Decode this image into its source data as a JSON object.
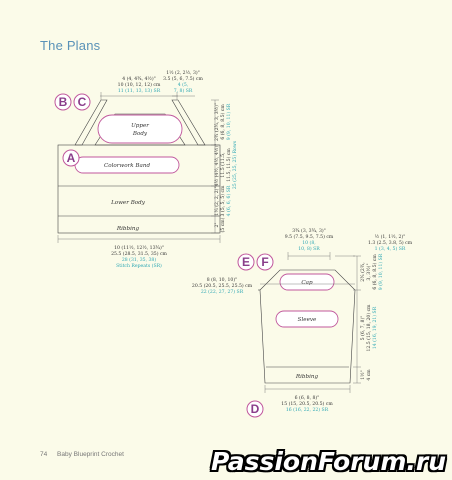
{
  "page": {
    "title": "The Plans",
    "page_number": "74",
    "book_title": "Baby Blueprint Crochet"
  },
  "watermark": "PassionForum.ru",
  "body_diagram": {
    "labels": {
      "upper": "Upper",
      "upper2": "Body",
      "colorwork": "Colorwork Band",
      "lower": "Lower Body",
      "ribbing": "Ribbing"
    },
    "letters": {
      "a": "A",
      "b": "B",
      "c": "C"
    },
    "top_width": {
      "in": "4 (4, 4¾, 4½)\"",
      "cm": "10 (10, 12, 12) cm",
      "sr": "11 (11, 13, 13) SR"
    },
    "strap_width": {
      "in": "1½ (2, 2½, 3)\"",
      "cm": "3.5 (5, 6, 7.5) cm",
      "sr1": "4 (5,",
      "sr2": "7, 8) SR"
    },
    "upper_height": {
      "l1": "2¾ (2¾, 3, 3½)\"",
      "l2": "6 (6, 8, 8.5) cm",
      "l3": "9 (9, 10, 11) SR"
    },
    "band_height": {
      "l1": "4½ (4½, 4½, 4½)\"",
      "l2": "11.5 (11.5,",
      "l3": "11.5, 11.5) cm",
      "l4": "25 (25, 25, 25) Rows",
      "l5": "25 Rows"
    },
    "lower_height": {
      "l1": "1¼ (2, 2, 2)\"",
      "l2": "3 (5, 5, 5) cm",
      "l3": "4 (6, 6, 6) SR"
    },
    "rib_height": {
      "l1": "2\"",
      "l2": "(5 cm)"
    },
    "bottom_width": {
      "in": "10 (11½, 12½, 13¾)\"",
      "cm": "25.5 (28.5, 31.5, 35) cm",
      "sr": "28 (31, 35, 38)",
      "sr2": "Stitch Repeats (SR)"
    }
  },
  "sleeve_diagram": {
    "labels": {
      "cap": "Cap",
      "sleeve": "Sleeve",
      "ribbing": "Ribbing"
    },
    "letters": {
      "d": "D",
      "e": "E",
      "f": "F"
    },
    "top_width": {
      "in": "3¾ (3, 3¾, 3)\"",
      "cm": "9.5 (7.5, 9.5, 7.5) cm",
      "sr1": "10 (8,",
      "sr2": "10, 8) SR"
    },
    "side_top": {
      "in": "½ (1, 1½, 2)\"",
      "cm": "1.3 (2.5, 3.8, 5) cm",
      "sr": "1 (3, 4, 5) SR"
    },
    "upper_width": {
      "in": "8 (8, 10, 10)\"",
      "cm": "20.5 (20.5, 25.5, 25.5) cm",
      "sr": "22 (22, 27, 27) SR"
    },
    "cap_height": {
      "l1": "2¾ (2¾,",
      "l2": "3, 3½)\"",
      "l3": "6 (6, 8, 8.5) cm",
      "l4": "9 (9, 10, 11) SR"
    },
    "sleeve_height": {
      "l1": "5 (6, 7, 8)\"",
      "l2": "12.5 (15, 18, 20) cm",
      "l3": "14 (16, 19, 21) SR"
    },
    "rib_height": {
      "l1": "1½\"",
      "l2": "4 cm"
    },
    "bottom_width": {
      "in": "6 (6, 8, 8)\"",
      "cm": "15 (15, 20.5, 20.5) cm",
      "sr": "16 (16, 22, 22) SR"
    }
  }
}
